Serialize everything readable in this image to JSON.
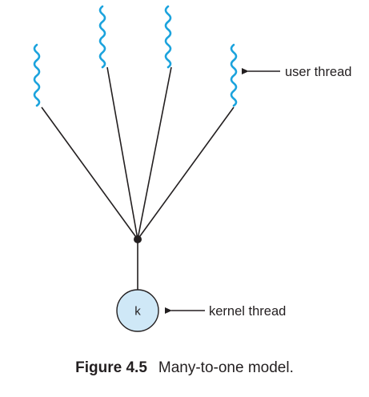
{
  "diagram": {
    "user_thread_count": 4,
    "kernel_thread_count": 1,
    "labels": {
      "user_thread": "user thread",
      "kernel_thread": "kernel thread",
      "kernel_node": "k"
    },
    "colors": {
      "user_thread": "#1ba3dd",
      "kernel_fill": "#cfe8f7",
      "line": "#231f20"
    }
  },
  "caption": {
    "figure_number": "Figure 4.5",
    "title": "Many-to-one model."
  }
}
